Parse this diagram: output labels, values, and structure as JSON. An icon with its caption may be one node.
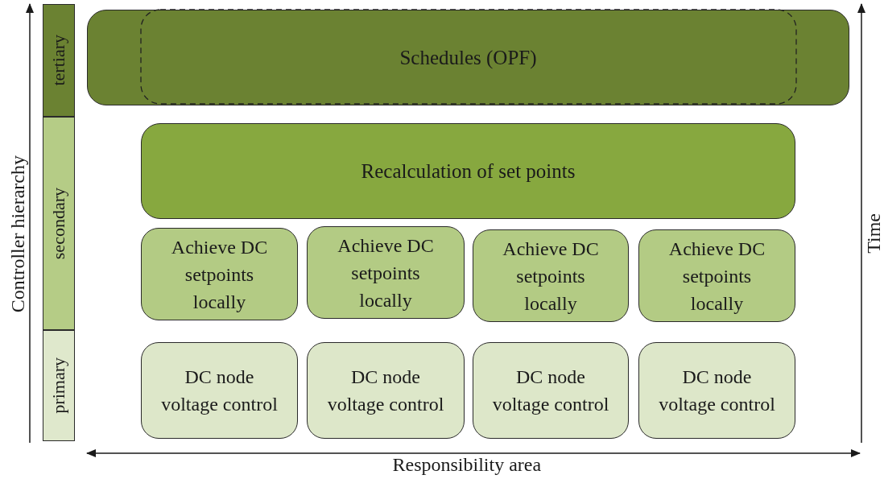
{
  "diagram": {
    "nodes": [
      {
        "text": [
          "tertiary"
        ]
      },
      {
        "text": [
          "secondary"
        ]
      },
      {
        "text": [
          "primary"
        ]
      },
      {
        "text": [
          "Schedules (OPF)"
        ]
      },
      {
        "text": [
          "Recalculation of set points"
        ]
      },
      {
        "text": [
          "Achieve DC setpoints locally"
        ]
      },
      {
        "text": [
          "Achieve DC setpoints locally"
        ]
      },
      {
        "text": [
          "Achieve DC setpoints locally"
        ]
      },
      {
        "text": [
          "Achieve DC setpoints locally"
        ]
      },
      {
        "text": [
          "DC node voltage control"
        ]
      },
      {
        "text": [
          "DC node voltage control"
        ]
      },
      {
        "text": [
          "DC node voltage control"
        ]
      },
      {
        "text": [
          "DC node voltage control"
        ]
      }
    ],
    "edges": [],
    "labels": [
      "Controller hierarchy",
      "Time",
      "Responsibility area"
    ]
  }
}
